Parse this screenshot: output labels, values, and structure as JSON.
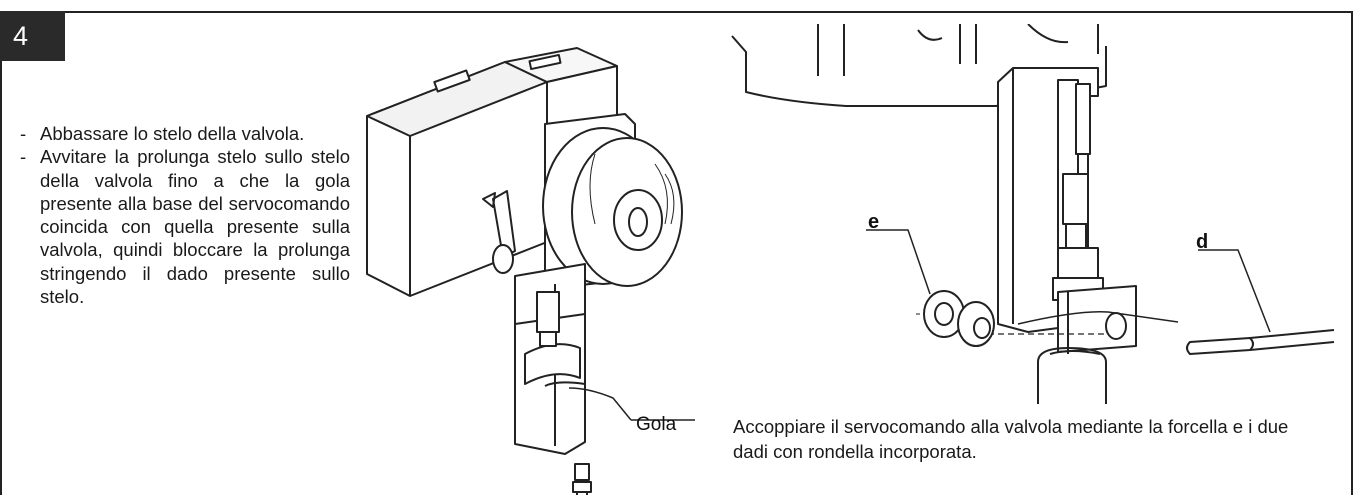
{
  "step": {
    "number": "4"
  },
  "instructions": [
    {
      "bullet": "-",
      "text": "Abbassare lo stelo della valvola."
    },
    {
      "bullet": "-",
      "text": "Avvitare la prolunga stelo sullo stelo della valvola fino a che la gola presente alla base del servocomando coincida con quella presente sulla valvola, quindi bloccare la prolunga stringendo il dado presente sullo stelo."
    }
  ],
  "figure_left": {
    "callout": "Gola"
  },
  "figure_right": {
    "callouts": {
      "e": "e",
      "d": "d"
    },
    "caption": "Accoppiare il servocomando alla valvola mediante la forcella e i due dadi con rondella incorporata."
  }
}
